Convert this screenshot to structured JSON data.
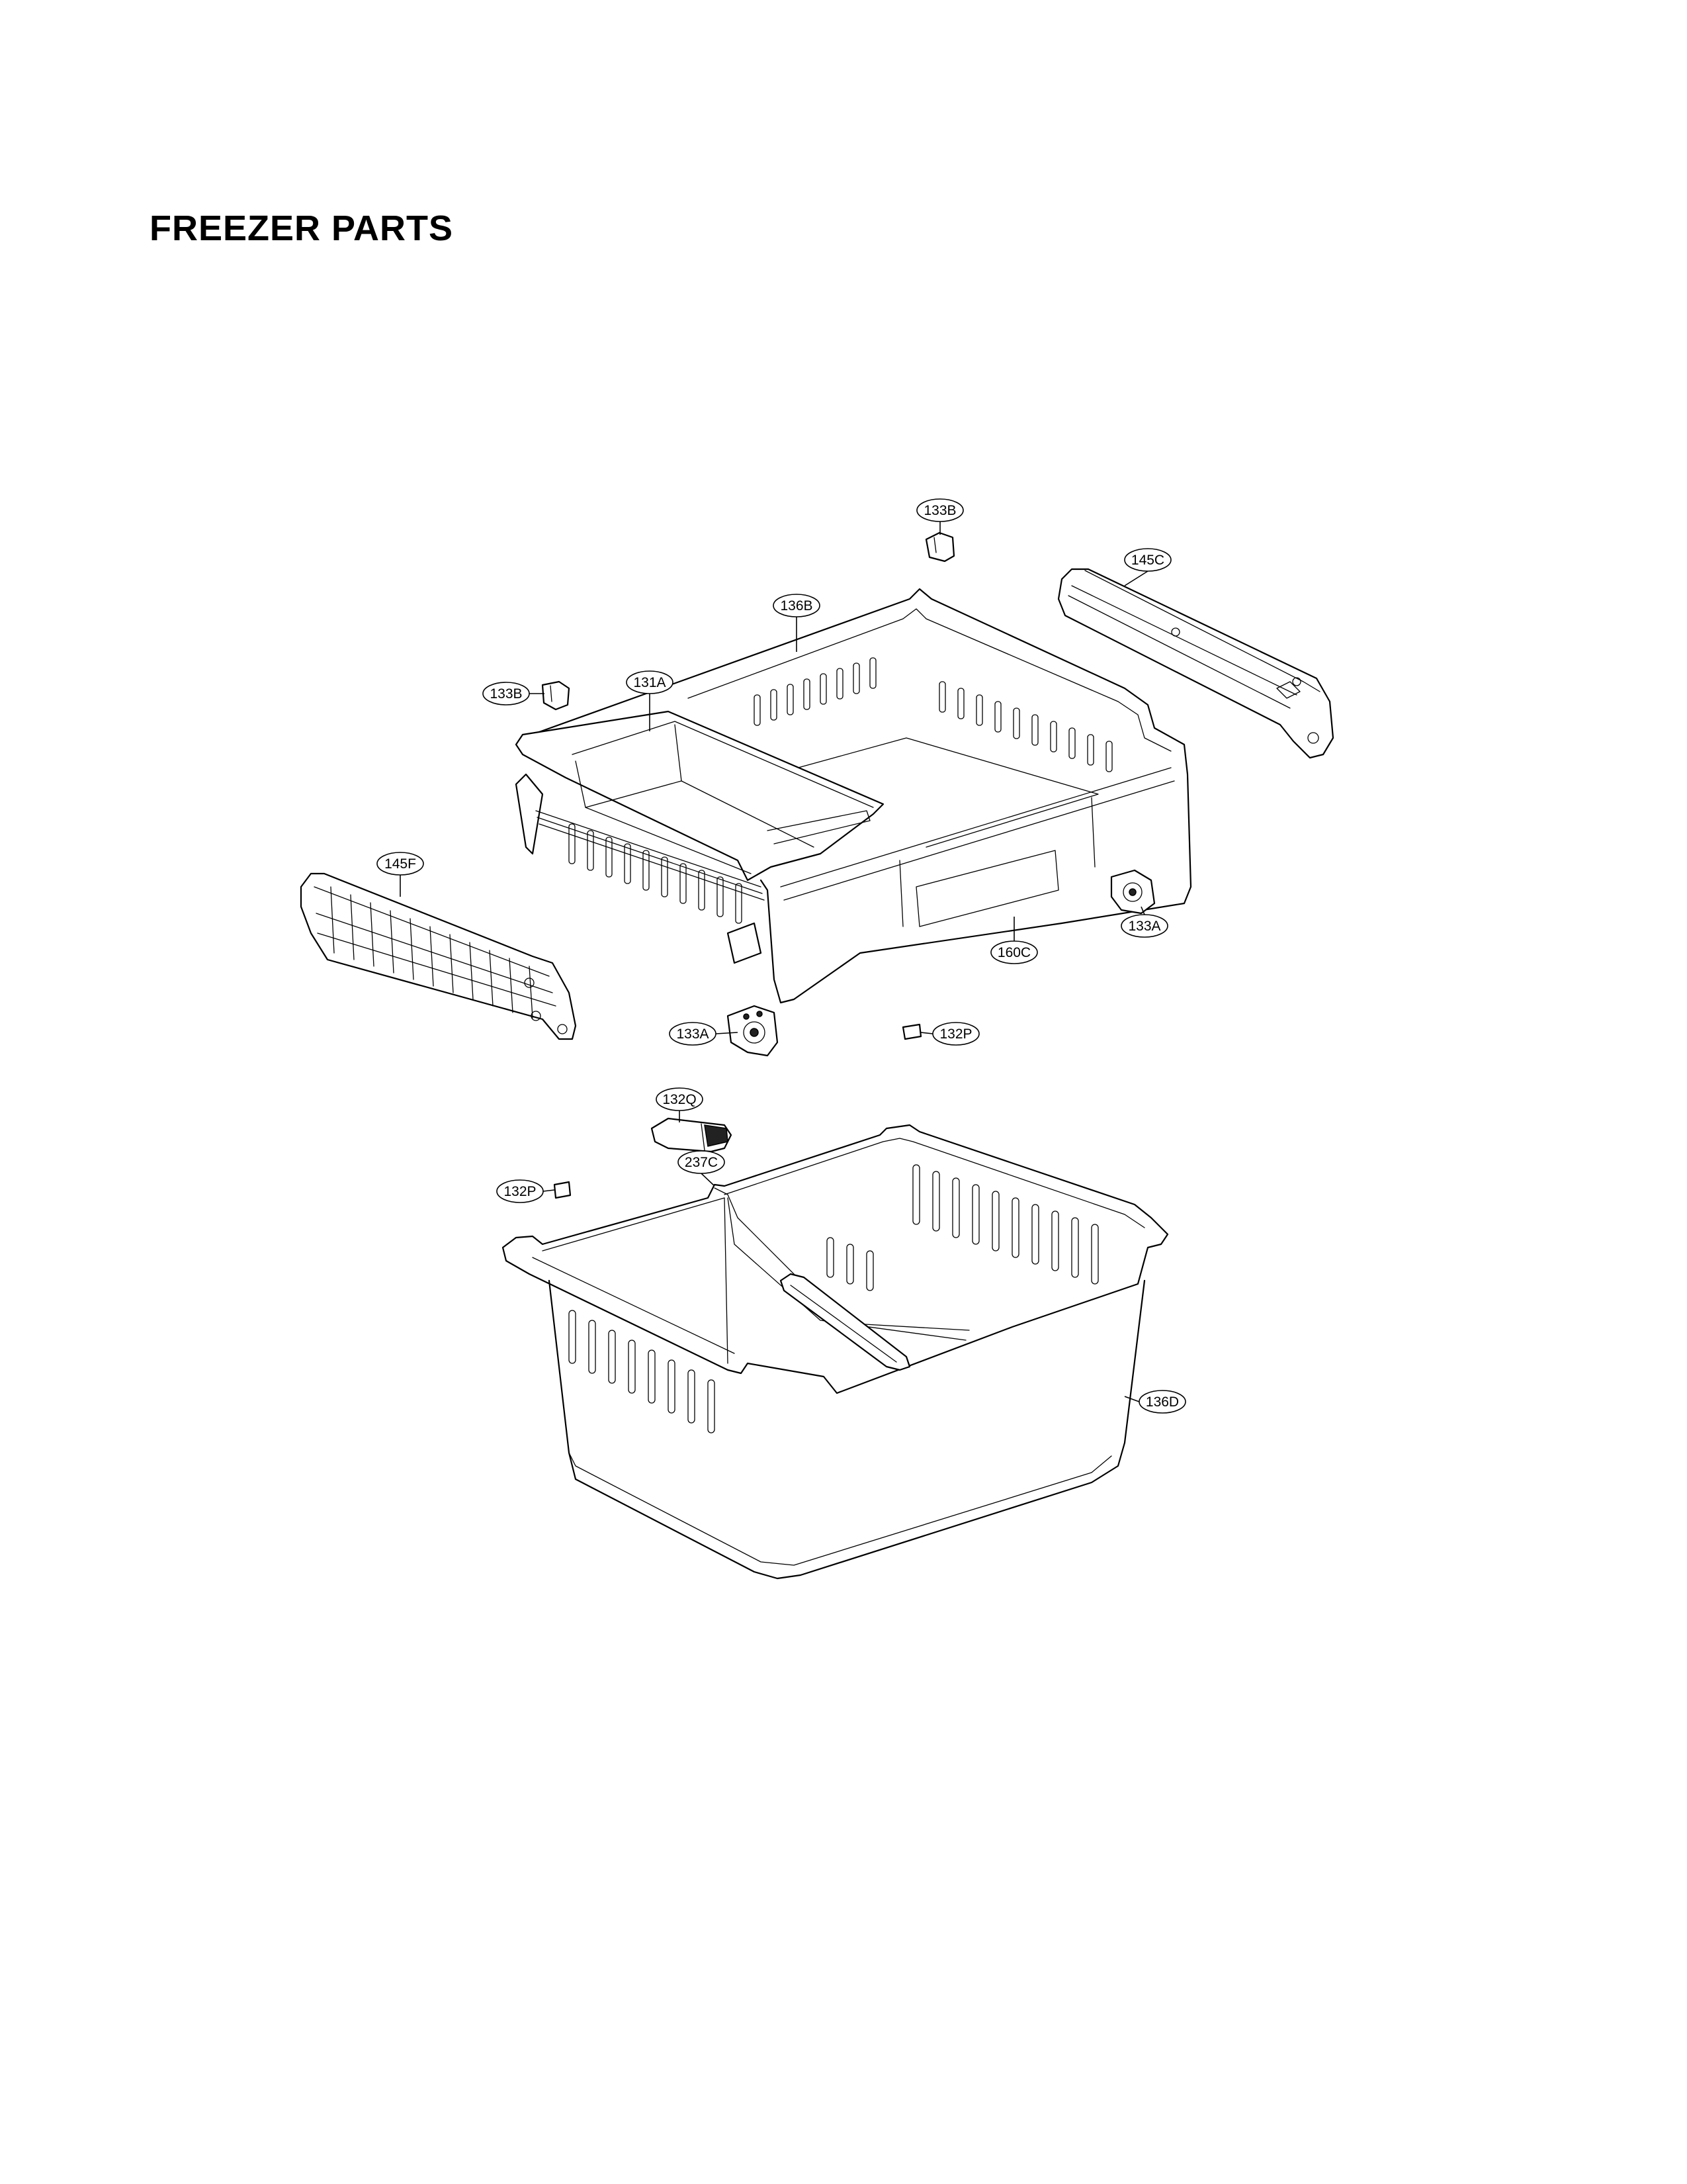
{
  "title": "FREEZER PARTS",
  "callouts": {
    "c133b_top": "133B",
    "c145c": "145C",
    "c136b": "136B",
    "c133b_left": "133B",
    "c131a": "131A",
    "c145f": "145F",
    "c160c": "160C",
    "c133a_right": "133A",
    "c133a_left": "133A",
    "c132p_right": "132P",
    "c132q": "132Q",
    "c237c": "237C",
    "c132p_left": "132P",
    "c136d": "136D"
  }
}
